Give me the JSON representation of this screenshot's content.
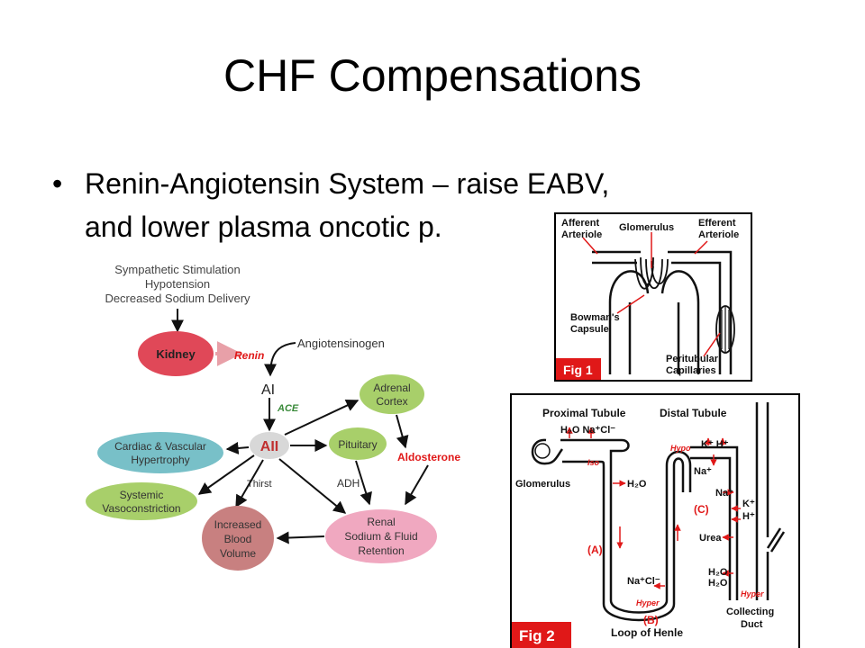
{
  "slide": {
    "title": "CHF Compensations",
    "bullet_marker": "•",
    "bullet_line1": "Renin-Angiotensin System – raise EABV,",
    "bullet_line2": "and lower plasma oncotic p."
  },
  "flowchart": {
    "stimulus_lines": [
      "Sympathetic Stimulation",
      "Hypotension",
      "Decreased Sodium Delivery"
    ],
    "kidney": "Kidney",
    "renin": "Renin",
    "angiotensinogen": "Angiotensinogen",
    "ai": "AI",
    "ace": "ACE",
    "aii": "AII",
    "adrenal_cortex": [
      "Adrenal",
      "Cortex"
    ],
    "pituitary": "Pituitary",
    "aldosterone": "Aldosterone",
    "cardiac": [
      "Cardiac & Vascular",
      "Hypertrophy"
    ],
    "systemic": [
      "Systemic",
      "Vasoconstriction"
    ],
    "thirst": "Thirst",
    "adh": "ADH",
    "blood_volume": [
      "Increased",
      "Blood",
      "Volume"
    ],
    "renal": [
      "Renal",
      "Sodium & Fluid",
      "Retention"
    ],
    "colors": {
      "kidney": "#e04858",
      "red_text": "#e01818",
      "green": "#a8cf6a",
      "teal": "#78c0c8",
      "pink": "#f0a8c0",
      "brown": "#c88080",
      "aii": "#d8d8d8"
    }
  },
  "fig1": {
    "afferent": [
      "Afferent",
      "Arteriole"
    ],
    "glomerulus": "Glomerulus",
    "efferent": [
      "Efferent",
      "Arteriole"
    ],
    "bowmans": [
      "Bowman's",
      "Capsule"
    ],
    "peritubular": [
      "Peritubular",
      "Capillaries"
    ],
    "label": "Fig 1"
  },
  "fig2": {
    "proximal": "Proximal Tubule",
    "distal": "Distal Tubule",
    "h2o_nacl": "H₂O  Na⁺Cl⁻",
    "glomerulus": "Glomerulus",
    "iso": "Iso",
    "h2o_mid": "H₂O",
    "hypo": "Hypo",
    "kh_top": "K⁺ H⁺",
    "na1": "Na⁺",
    "na2": "Na⁺",
    "k": "K⁺",
    "h": "H⁺",
    "c": "(C)",
    "urea": "Urea",
    "a": "(A)",
    "h2o_low1": "H₂O",
    "h2o_low2": "H₂O",
    "nacl_low": "Na⁺Cl⁻",
    "hyper1": "Hyper",
    "hyper2": "Hyper",
    "b": "(B)",
    "loop": "Loop of Henle",
    "collecting": [
      "Collecting",
      "Duct"
    ],
    "label": "Fig 2"
  }
}
